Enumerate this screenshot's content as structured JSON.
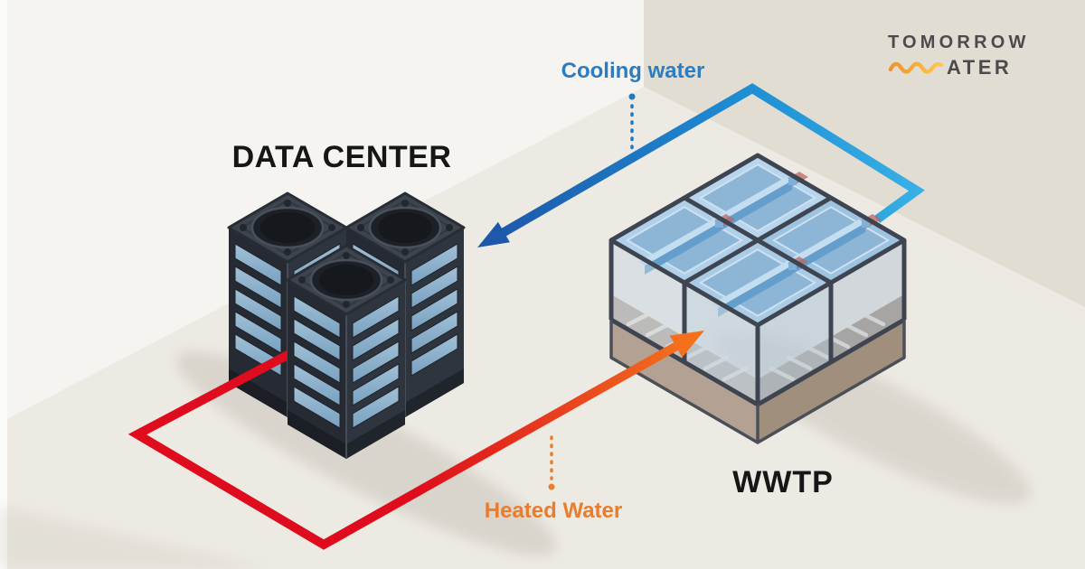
{
  "page": {
    "left_wall_color": "#f5f4f1",
    "floor_color": "#edeae4",
    "right_wall_color": "#e1ddd2"
  },
  "labels": {
    "data_center": "DATA CENTER",
    "wwtp": "WWTP"
  },
  "flows": {
    "cooling": {
      "label": "Cooling water",
      "direction": "WWTP to DATA CENTER",
      "label_color": "#2b7cc1",
      "color_start": "#39b1e6",
      "color_end": "#1d58ab"
    },
    "heated": {
      "label": "Heated Water",
      "direction": "DATA CENTER to WWTP",
      "label_color": "#ea7c2b",
      "color_start": "#de0c1c",
      "color_end": "#f4791f"
    }
  },
  "logo": {
    "line1": "TOMORROW",
    "line2": "ATER",
    "wave_icon": "water-wave-icon",
    "text_color": "#4b4b4e",
    "wave_color_start": "#f0922e",
    "wave_color_end": "#fdc94b"
  },
  "scene": {
    "nodes": [
      {
        "id": "data-center",
        "label": "DATA CENTER",
        "type": "server-racks"
      },
      {
        "id": "wwtp",
        "label": "WWTP",
        "type": "wastewater-treatment-plant"
      }
    ]
  }
}
